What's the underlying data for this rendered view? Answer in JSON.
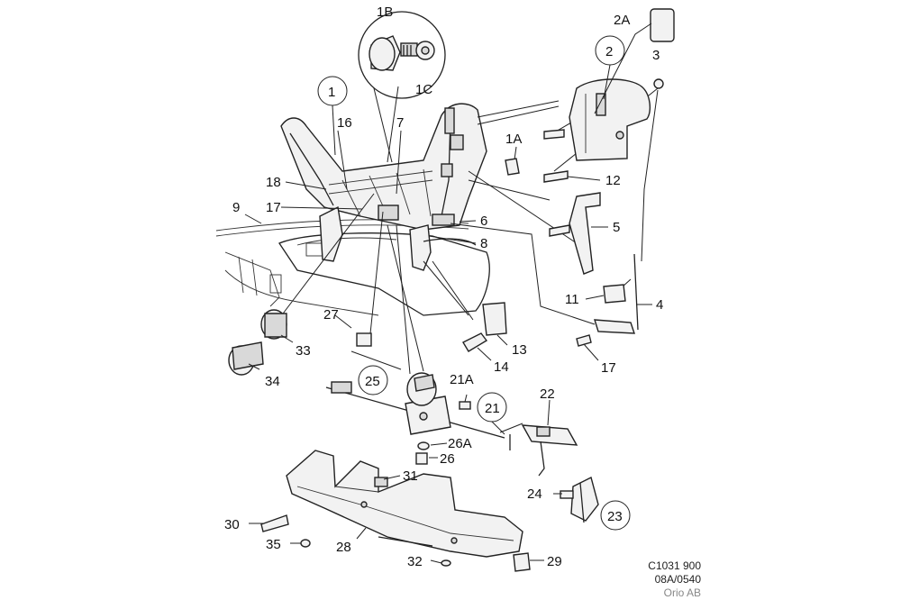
{
  "callouts": [
    {
      "id": "1B",
      "circled": false
    },
    {
      "id": "1C",
      "circled": false
    },
    {
      "id": "1",
      "circled": true
    },
    {
      "id": "16",
      "circled": false
    },
    {
      "id": "7",
      "circled": false
    },
    {
      "id": "18",
      "circled": false
    },
    {
      "id": "17",
      "circled": false
    },
    {
      "id": "9",
      "circled": false
    },
    {
      "id": "1A",
      "circled": false
    },
    {
      "id": "2A",
      "circled": false
    },
    {
      "id": "2",
      "circled": true
    },
    {
      "id": "3",
      "circled": false
    },
    {
      "id": "12",
      "circled": false
    },
    {
      "id": "6",
      "circled": false
    },
    {
      "id": "5",
      "circled": false
    },
    {
      "id": "8",
      "circled": false
    },
    {
      "id": "11",
      "circled": false
    },
    {
      "id": "4",
      "circled": false
    },
    {
      "id": "17",
      "circled": false
    },
    {
      "id": "27",
      "circled": false
    },
    {
      "id": "33",
      "circled": false
    },
    {
      "id": "34",
      "circled": false
    },
    {
      "id": "13",
      "circled": false
    },
    {
      "id": "14",
      "circled": false
    },
    {
      "id": "25",
      "circled": true
    },
    {
      "id": "21A",
      "circled": false
    },
    {
      "id": "21",
      "circled": true
    },
    {
      "id": "22",
      "circled": false
    },
    {
      "id": "26A",
      "circled": false
    },
    {
      "id": "26",
      "circled": false
    },
    {
      "id": "31",
      "circled": false
    },
    {
      "id": "24",
      "circled": false
    },
    {
      "id": "23",
      "circled": true
    },
    {
      "id": "30",
      "circled": false
    },
    {
      "id": "35",
      "circled": false
    },
    {
      "id": "28",
      "circled": false
    },
    {
      "id": "32",
      "circled": false
    },
    {
      "id": "29",
      "circled": false
    }
  ],
  "footer": {
    "drawing_number": "C1031 900",
    "revision": "08A/0540",
    "owner": "Orio AB"
  }
}
